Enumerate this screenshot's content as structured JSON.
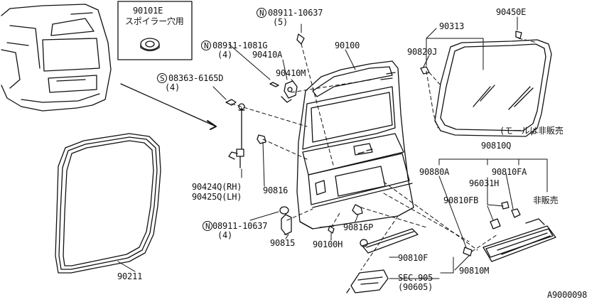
{
  "labels": {
    "p90101e": "90101E",
    "p90101e_note": "スポイラー穴用",
    "n08911_10637_top": "08911-10637",
    "n08911_10637_top_qty": "(5)",
    "p90100": "90100",
    "p90313": "90313",
    "p90450e": "90450E",
    "n08911_1081g": "08911-1081G",
    "n08911_1081g_qty": "(4)",
    "p90410a": "90410A",
    "p90410m": "90410M",
    "p90820j": "90820J",
    "s08363_6165d": "08363-6165D",
    "s08363_6165d_qty": "(4)",
    "glass_note": "(モールは非販売",
    "p90810q": "90810Q",
    "p90880a": "90880A",
    "p90810fa": "90810FA",
    "p96031h": "96031H",
    "p90424q": "90424Q(RH)",
    "p90425q": "90425Q(LH)",
    "p90816": "90816",
    "p90810fb": "90810FB",
    "not_sold": "非販売",
    "n08911_10637_bot": "08911-10637",
    "n08911_10637_bot_qty": "(4)",
    "p90816p": "90816P",
    "p90815": "90815",
    "p90100h": "90100H",
    "p90810f": "90810F",
    "p90211": "90211",
    "sec905": "SEC.905",
    "sec905_ref": "(90605)",
    "p90810m": "90810M",
    "diagram_id": "A9000098"
  },
  "badges": {
    "n": "N",
    "s": "S"
  }
}
